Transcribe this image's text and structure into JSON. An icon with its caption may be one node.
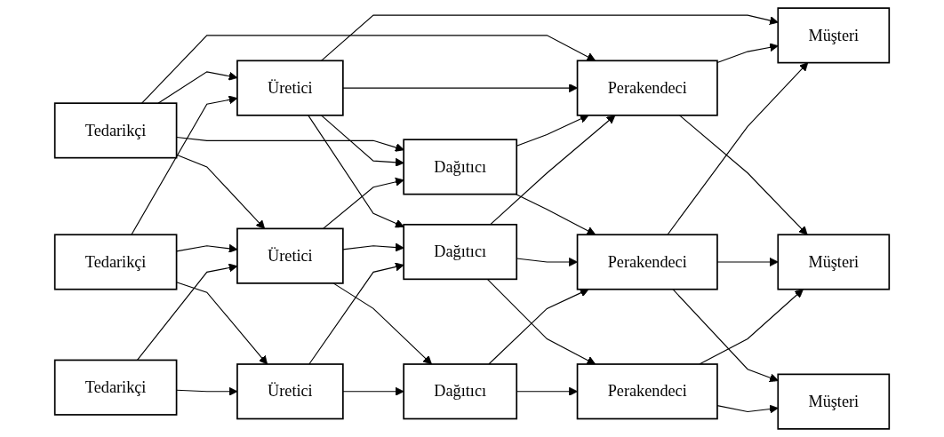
{
  "diagram": {
    "nodes": [
      {
        "text": [
          "Tedarikçi"
        ]
      },
      {
        "text": [
          "Üretici"
        ]
      },
      {
        "text": [
          "Dağıtıcı"
        ]
      },
      {
        "text": [
          "Perakendeci"
        ]
      },
      {
        "text": [
          "Müşteri"
        ]
      },
      {
        "text": [
          "Tedarikçi"
        ]
      },
      {
        "text": [
          "Üretici"
        ]
      },
      {
        "text": [
          "Dağıtıcı"
        ]
      },
      {
        "text": [
          "Perakendeci"
        ]
      },
      {
        "text": [
          "Müşteri"
        ]
      },
      {
        "text": [
          "Tedarikçi"
        ]
      },
      {
        "text": [
          "Üretici"
        ]
      },
      {
        "text": [
          "Dağıtıcı"
        ]
      },
      {
        "text": [
          "Perakendeci"
        ]
      },
      {
        "text": [
          "Müşteri"
        ]
      }
    ],
    "edges": [
      {
        "from": 0,
        "to": 2,
        "arrow": "to"
      },
      {
        "from": 0,
        "to": 3,
        "arrow": "to"
      },
      {
        "from": 1,
        "to": 3,
        "arrow": "to"
      },
      {
        "from": 1,
        "to": 4,
        "arrow": "to"
      },
      {
        "from": 0,
        "to": 1,
        "arrow": "to"
      },
      {
        "from": 0,
        "to": 6,
        "arrow": "to"
      },
      {
        "from": 5,
        "to": 1,
        "arrow": "to"
      },
      {
        "from": 5,
        "to": 6,
        "arrow": "to"
      },
      {
        "from": 5,
        "to": 11,
        "arrow": "to"
      },
      {
        "from": 10,
        "to": 6,
        "arrow": "to"
      },
      {
        "from": 10,
        "to": 11,
        "arrow": "to"
      },
      {
        "from": 1,
        "to": 2,
        "arrow": "to"
      },
      {
        "from": 1,
        "to": 7,
        "arrow": "to"
      },
      {
        "from": 6,
        "to": 2,
        "arrow": "to"
      },
      {
        "from": 6,
        "to": 7,
        "arrow": "to"
      },
      {
        "from": 6,
        "to": 12,
        "arrow": "to"
      },
      {
        "from": 11,
        "to": 7,
        "arrow": "to"
      },
      {
        "from": 11,
        "to": 12,
        "arrow": "to"
      },
      {
        "from": 2,
        "to": 3,
        "arrow": "to"
      },
      {
        "from": 2,
        "to": 8,
        "arrow": "to"
      },
      {
        "from": 7,
        "to": 3,
        "arrow": "to"
      },
      {
        "from": 7,
        "to": 8,
        "arrow": "to"
      },
      {
        "from": 7,
        "to": 13,
        "arrow": "to"
      },
      {
        "from": 12,
        "to": 8,
        "arrow": "to"
      },
      {
        "from": 12,
        "to": 13,
        "arrow": "to"
      },
      {
        "from": 3,
        "to": 4,
        "arrow": "to"
      },
      {
        "from": 3,
        "to": 9,
        "arrow": "to"
      },
      {
        "from": 8,
        "to": 4,
        "arrow": "to"
      },
      {
        "from": 8,
        "to": 9,
        "arrow": "to"
      },
      {
        "from": 8,
        "to": 14,
        "arrow": "to"
      },
      {
        "from": 13,
        "to": 9,
        "arrow": "to"
      },
      {
        "from": 13,
        "to": 14,
        "arrow": "to"
      }
    ]
  }
}
